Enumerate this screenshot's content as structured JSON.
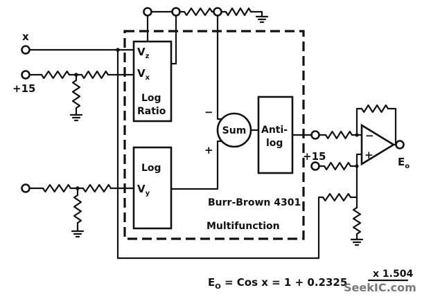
{
  "inputs": {
    "x_label": "x",
    "supply_left": "+15"
  },
  "log_ratio_block": {
    "vz": "V",
    "vz_sub": "z",
    "vx": "V",
    "vx_sub": "x",
    "title_line_1": "Log",
    "title_line_2": "Ratio"
  },
  "log_block": {
    "title": "Log",
    "vy": "V",
    "vy_sub": "y"
  },
  "sum_block": {
    "label": "Sum",
    "minus": "−",
    "plus": "+"
  },
  "antilog_block": {
    "line_1": "Anti-",
    "line_2": "log"
  },
  "module": {
    "name": "Burr-Brown 4301",
    "type": "Multifunction"
  },
  "output_stage": {
    "supply": "+15",
    "opamp_minus": "−",
    "opamp_plus": "+",
    "output": "E",
    "output_sub": "o"
  },
  "equation": {
    "lhs": "E",
    "lhs_sub": "O",
    "rhs": " = Cos x = 1 + 0.2325",
    "exponent": "x 1.504"
  },
  "watermark": "SeekIC.com"
}
